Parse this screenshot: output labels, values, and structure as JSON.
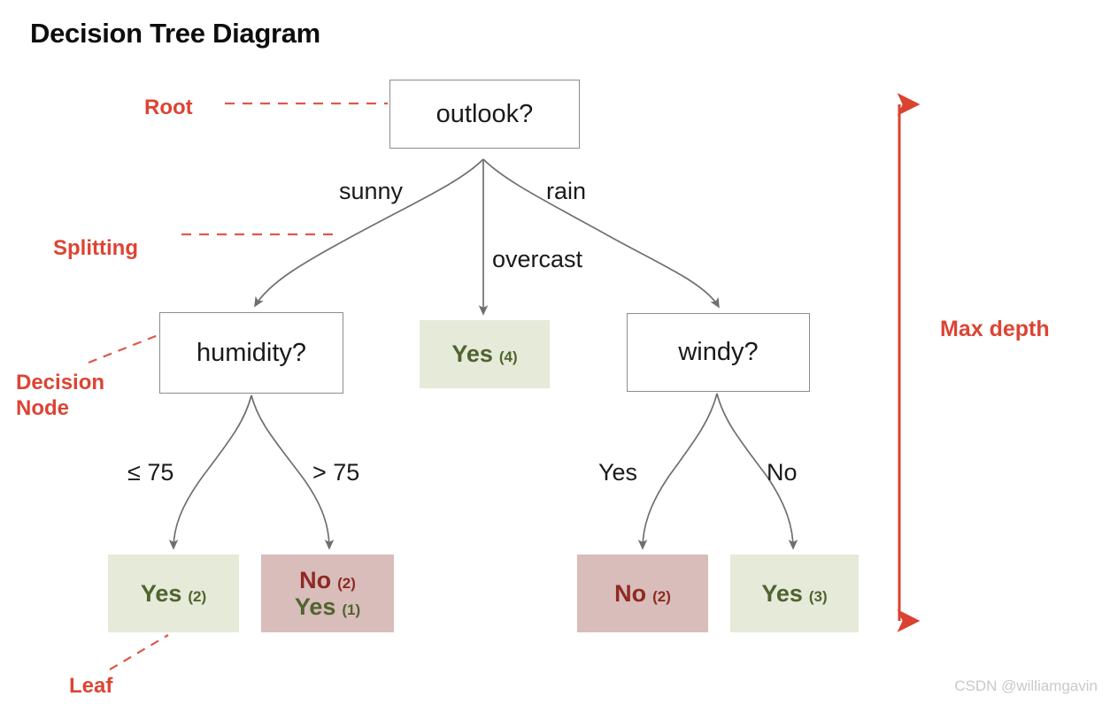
{
  "title": "Decision Tree Diagram",
  "colors": {
    "annotation_red": "#dd4433",
    "leaf_green_bg": "#e5ead9",
    "leaf_pink_bg": "#d8bdbb",
    "yes_text": "#51632f",
    "no_text": "#8f2a22",
    "node_border": "#8c8c8c",
    "edge_stroke": "#6f6f6f",
    "title_text": "#0d0d0d"
  },
  "tree": {
    "root": {
      "label": "outlook?"
    },
    "level2": {
      "humidity": {
        "label": "humidity?"
      },
      "overcast_leaf": {
        "class": "Yes",
        "count": "(4)"
      },
      "windy": {
        "label": "windy?"
      }
    },
    "level3": {
      "humidity_low": {
        "class": "Yes",
        "count": "(2)"
      },
      "humidity_high": {
        "rows": [
          {
            "class": "No",
            "count": "(2)"
          },
          {
            "class": "Yes",
            "count": "(1)"
          }
        ]
      },
      "windy_yes": {
        "class": "No",
        "count": "(2)"
      },
      "windy_no": {
        "class": "Yes",
        "count": "(3)"
      }
    }
  },
  "edge_labels": {
    "sunny": "sunny",
    "overcast": "overcast",
    "rain": "rain",
    "humidity_le": "≤ 75",
    "humidity_gt": "> 75",
    "windy_yes": "Yes",
    "windy_no": "No"
  },
  "annotations": {
    "root": "Root",
    "splitting": "Splitting",
    "decision_node_line1": "Decision",
    "decision_node_line2": "Node",
    "leaf": "Leaf",
    "max_depth": "Max depth"
  },
  "watermark": "CSDN @williamgavin"
}
